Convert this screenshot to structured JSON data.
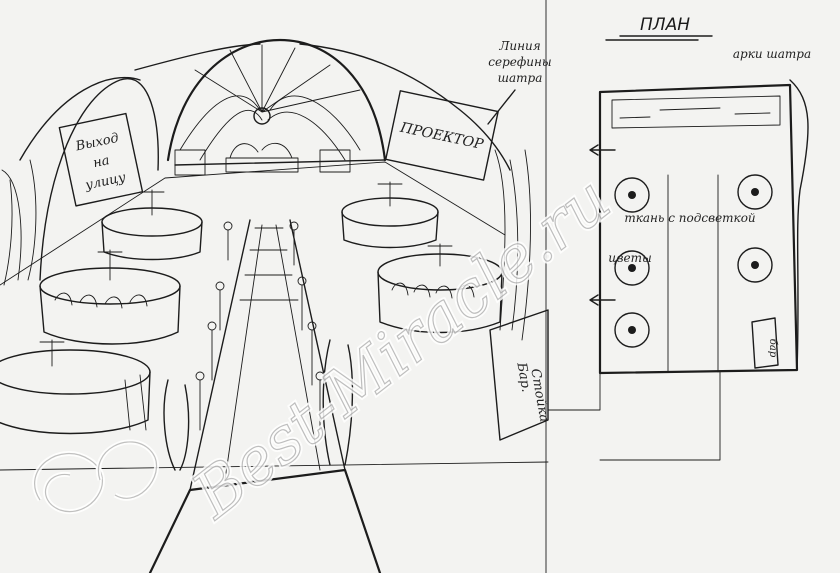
{
  "labels": {
    "exit": [
      "Выход",
      "на",
      "улицу"
    ],
    "projector": "ПРОЕКТОР",
    "tent_line": [
      "Линия",
      "серефины",
      "шатра"
    ],
    "bar": [
      "Бар.",
      "Стойка"
    ],
    "plan_title": "ПЛАН",
    "plan_arch": "арки шатра",
    "plan_decor": "ткань с подсветкой",
    "plan_flowers": "цветы",
    "plan_bar": "бар"
  },
  "watermark": "Best-Miracle.ru"
}
